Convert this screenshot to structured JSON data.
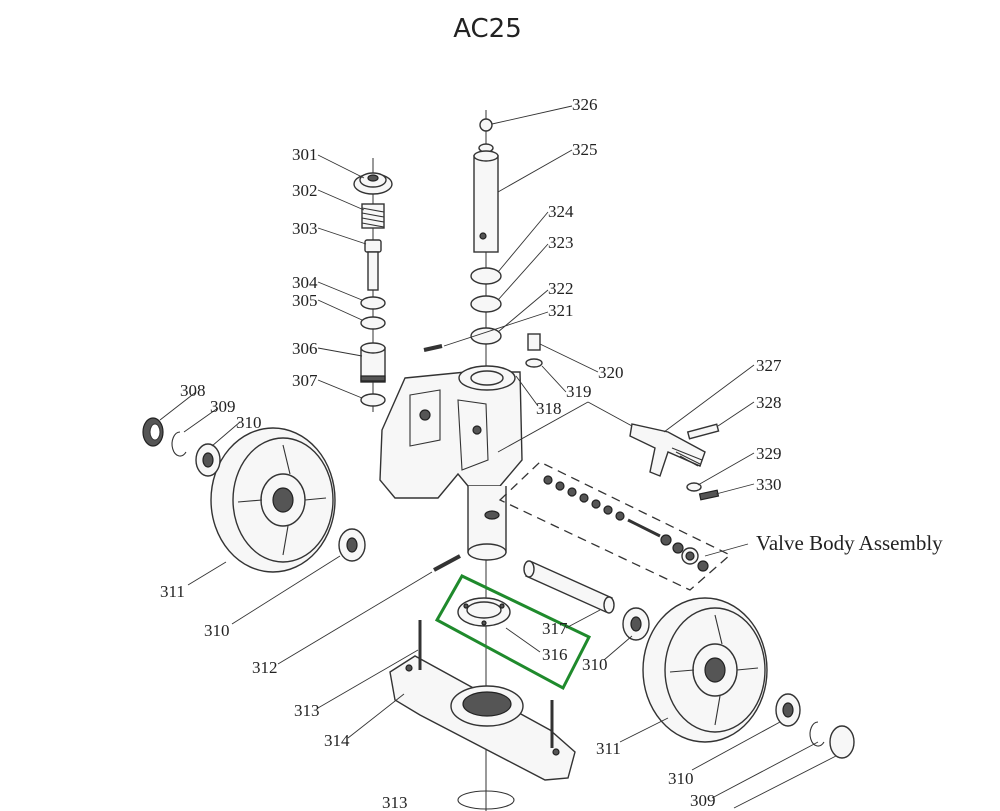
{
  "title": "AC25",
  "caption": "Valve Body Assembly",
  "highlight_color": "#1f8a2c",
  "labels": {
    "p301": "301",
    "p302": "302",
    "p303": "303",
    "p304": "304",
    "p305": "305",
    "p306": "306",
    "p307": "307",
    "p308": "308",
    "p309a": "309",
    "p310a": "310",
    "p311a": "311",
    "p310b": "310",
    "p312": "312",
    "p313a": "313",
    "p314": "314",
    "p313b": "313",
    "p326": "326",
    "p325": "325",
    "p324": "324",
    "p323": "323",
    "p322": "322",
    "p321": "321",
    "p320": "320",
    "p319": "319",
    "p318": "318",
    "p327": "327",
    "p328": "328",
    "p329": "329",
    "p330": "330",
    "p317": "317",
    "p316": "316",
    "p310c": "310",
    "p311b": "311",
    "p310d": "310",
    "p309b": "309"
  }
}
